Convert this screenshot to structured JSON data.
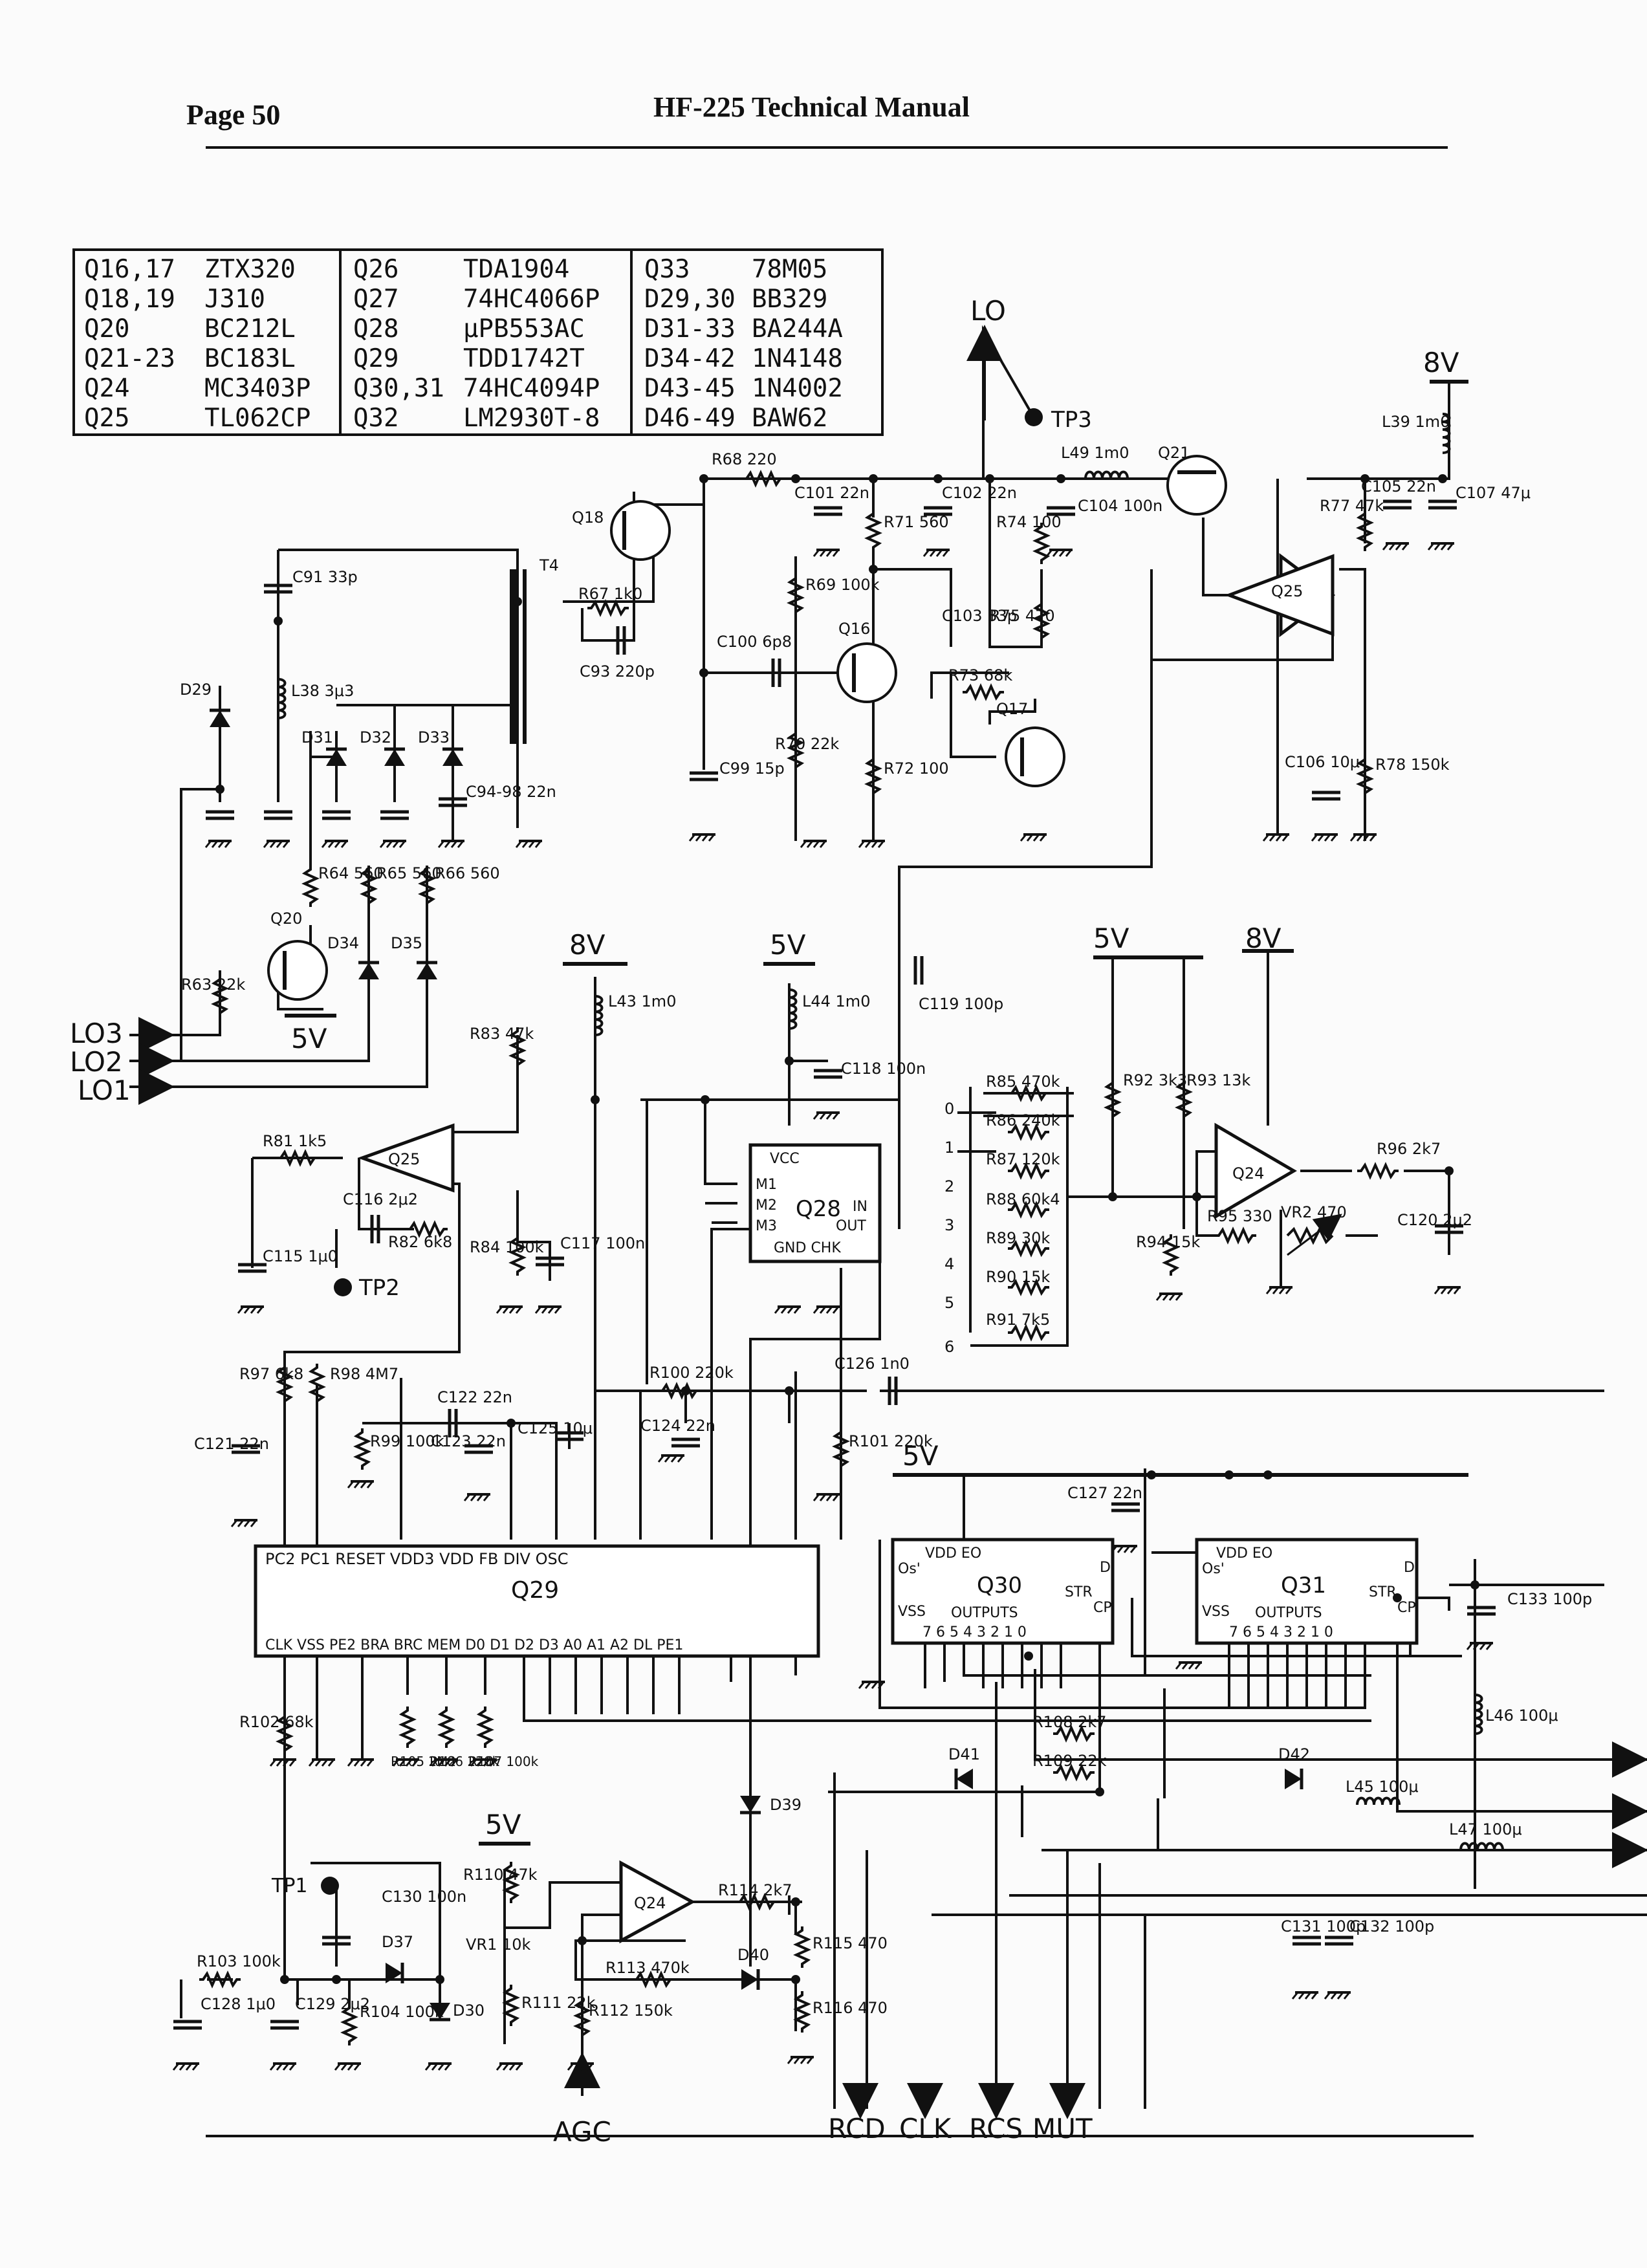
{
  "header": {
    "page_label": "Page 50",
    "title": "HF-225 Technical Manual"
  },
  "parts_table": {
    "rows": [
      {
        "c1": "Q16,17",
        "c2": "ZTX320",
        "c3": "Q26",
        "c4": "TDA1904",
        "c5": "Q33",
        "c6": "78M05"
      },
      {
        "c1": "Q18,19",
        "c2": "J310",
        "c3": "Q27",
        "c4": "74HC4066P",
        "c5": "D29,30",
        "c6": "BB329"
      },
      {
        "c1": "Q20",
        "c2": "BC212L",
        "c3": "Q28",
        "c4": "μPB553AC",
        "c5": "D31-33",
        "c6": "BA244A"
      },
      {
        "c1": "Q21-23",
        "c2": "BC183L",
        "c3": "Q29",
        "c4": "TDD1742T",
        "c5": "D34-42",
        "c6": "1N4148"
      },
      {
        "c1": "Q24",
        "c2": "MC3403P",
        "c3": "Q30,31",
        "c4": "74HC4094P",
        "c5": "D43-45",
        "c6": "1N4002"
      },
      {
        "c1": "Q25",
        "c2": "TL062CP",
        "c3": "Q32",
        "c4": "LM2930T-8",
        "c5": "D46-49",
        "c6": "BAW62"
      }
    ]
  },
  "signals": {
    "lo": "LO",
    "tp1": "TP1",
    "tp2": "TP2",
    "tp3": "TP3",
    "lo1": "LO1",
    "lo2": "LO2",
    "lo3": "LO3",
    "agc": "AGC",
    "rcd": "RCD",
    "clk": "CLK",
    "rcs": "RCS",
    "mut": "MUT"
  },
  "rails": {
    "v8": "8V",
    "v5": "5V"
  },
  "ics": {
    "q29": {
      "name": "Q29",
      "top_pins": "PC2 PC1 RESET VDD3 VDD FB DIV OSC",
      "bottom_pins": "CLK VSS PE2 BRA BRC MEM D0 D1 D2 D3 A0 A1 A2 DL PE1"
    },
    "q28": {
      "name": "Q28",
      "pins": [
        "VCC",
        "M1",
        "M2",
        "M3",
        "IN",
        "OUT",
        "GND CHK"
      ]
    },
    "q30": {
      "name": "Q30",
      "pins": [
        "VDD EO",
        "Os'",
        "D",
        "STR",
        "CP",
        "VSS",
        "OUTPUTS",
        "7 6 5 4 3 2 1 0"
      ]
    },
    "q31": {
      "name": "Q31",
      "pins": [
        "VDD EO",
        "Os'",
        "D",
        "STR",
        "CP",
        "VSS",
        "OUTPUTS",
        "7 6 5 4 3 2 1 0"
      ]
    },
    "q24a": "Q24",
    "q24b": "Q24",
    "q25a": "Q25",
    "q25b": "Q25"
  },
  "components": {
    "resistors": [
      "R68 220",
      "R71 560",
      "R74 100",
      "R75 470",
      "R73 68k",
      "R69 100k",
      "R70 22k",
      "R72 100",
      "R67 1k0",
      "R64 560",
      "R65 560",
      "R66 560",
      "R63 22k",
      "R77 47k",
      "R78 150k",
      "R81 1k5",
      "R82 6k8",
      "R83 47k",
      "R84 100k",
      "R85 470k",
      "R86 240k",
      "R87 120k",
      "R88 60k4",
      "R89 30k",
      "R90 15k",
      "R91 7k5",
      "R92 3k3",
      "R93 13k",
      "R94 15k",
      "R95 330",
      "R96 2k7",
      "R97 6k8",
      "R98 4M7",
      "R99 100k",
      "R100 220k",
      "R101 220k",
      "R102 68k",
      "R103 100k",
      "R104 100k",
      "R105 2M2",
      "R106 220k",
      "R107 100k",
      "R108 2k7",
      "R109 22k",
      "R110 47k",
      "R111 22k",
      "R112 150k",
      "R113 470k",
      "R114 2k7",
      "R115 470",
      "R116 470"
    ],
    "capacitors": [
      "C91 33p",
      "C93 220p",
      "C94-98 22n",
      "C99 15p",
      "C100 6p8",
      "C101 22n",
      "C102 22n",
      "C103 33p",
      "C104 100n",
      "C105 22n",
      "C106 10μ",
      "C107 47μ",
      "C115 1μ0",
      "C116 2μ2",
      "C117 100n",
      "C118 100n",
      "C119 100p",
      "C120 2μ2",
      "C121 22n",
      "C122 22n",
      "C123 22n",
      "C124 22n",
      "C125 10μ",
      "C126 1n0",
      "C127 22n",
      "C128 1μ0",
      "C129 2μ2",
      "C130 100n",
      "C131 100p",
      "C132 100p",
      "C133 100p"
    ],
    "inductors": [
      "L38 3μ3",
      "L39 1m0",
      "L43 1m0",
      "L44 1m0",
      "L45 100μ",
      "L46 100μ",
      "L47 100μ",
      "L49 1m0"
    ],
    "diodes": [
      "D29",
      "D30",
      "D31",
      "D32",
      "D33",
      "D34",
      "D35",
      "D37",
      "D39",
      "D40",
      "D41",
      "D42"
    ],
    "transistors": [
      "Q16",
      "Q17",
      "Q18",
      "Q20",
      "Q21"
    ],
    "other": [
      "T4",
      "VR2 470",
      "VR1 10k"
    ]
  },
  "selector_inputs": [
    "0",
    "1",
    "2",
    "3",
    "4",
    "5",
    "6"
  ]
}
